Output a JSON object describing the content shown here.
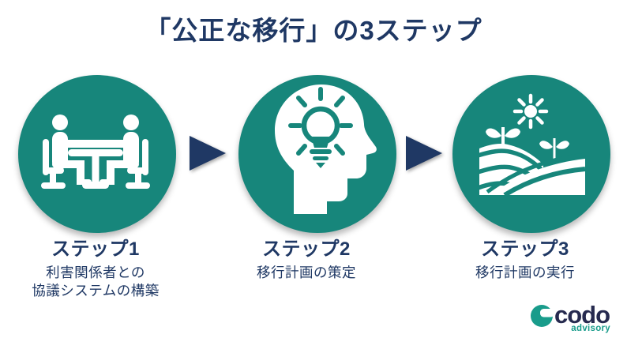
{
  "title": "「公正な移行」の3ステップ",
  "steps": [
    {
      "heading": "ステップ1",
      "desc_lines": [
        "利害関係者との",
        "協議システムの構築"
      ],
      "icon": "meeting-icon"
    },
    {
      "heading": "ステップ2",
      "desc_lines": [
        "移行計画の策定"
      ],
      "icon": "idea-head-icon"
    },
    {
      "heading": "ステップ3",
      "desc_lines": [
        "移行計画の実行"
      ],
      "icon": "field-icon"
    }
  ],
  "arrows": [
    "arrow-right-icon",
    "arrow-right-icon"
  ],
  "logo": {
    "name": "codo",
    "tagline": "advisory"
  },
  "colors": {
    "teal": "#17867B",
    "navy": "#1F3864",
    "logo_navy": "#262A4F",
    "logo_teal": "#199C8B",
    "background": "#FFFFFF",
    "icon_white": "#FFFFFF"
  }
}
